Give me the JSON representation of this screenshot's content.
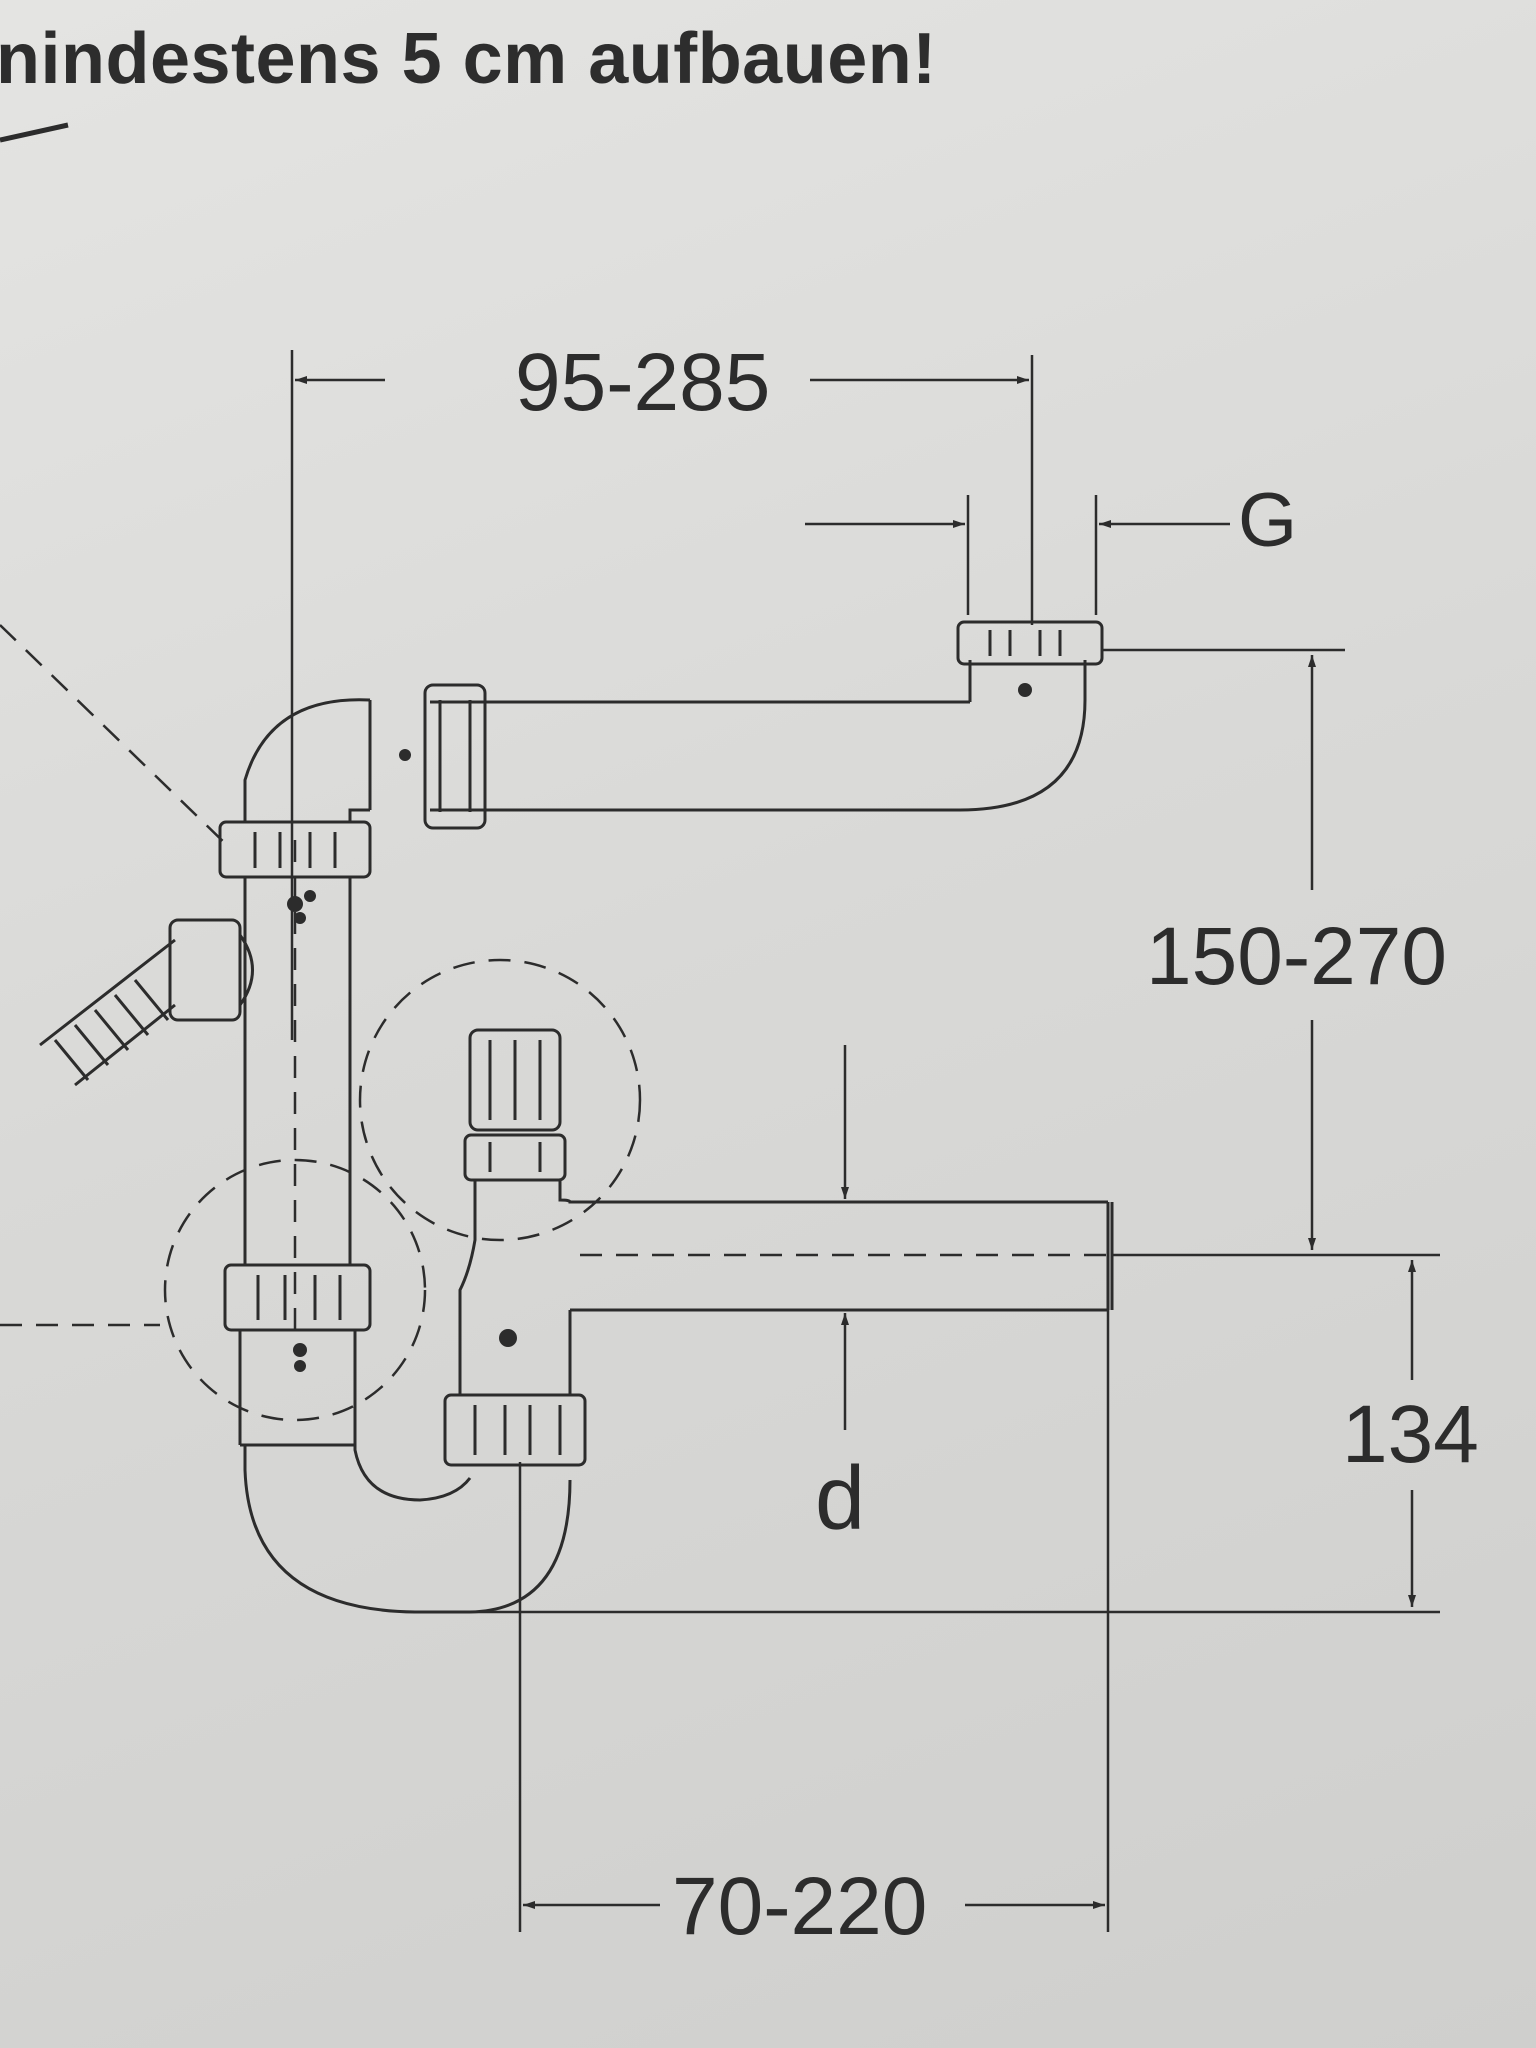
{
  "heading": "nindestens 5 cm aufbauen!",
  "dimensions": {
    "top_width": "95-285",
    "thread": "G",
    "height_range": "150-270",
    "outlet_height": "134",
    "diameter": "d",
    "bottom_width": "70-220"
  },
  "colors": {
    "paper": "#dcdcda",
    "ink": "#2c2c2c"
  }
}
